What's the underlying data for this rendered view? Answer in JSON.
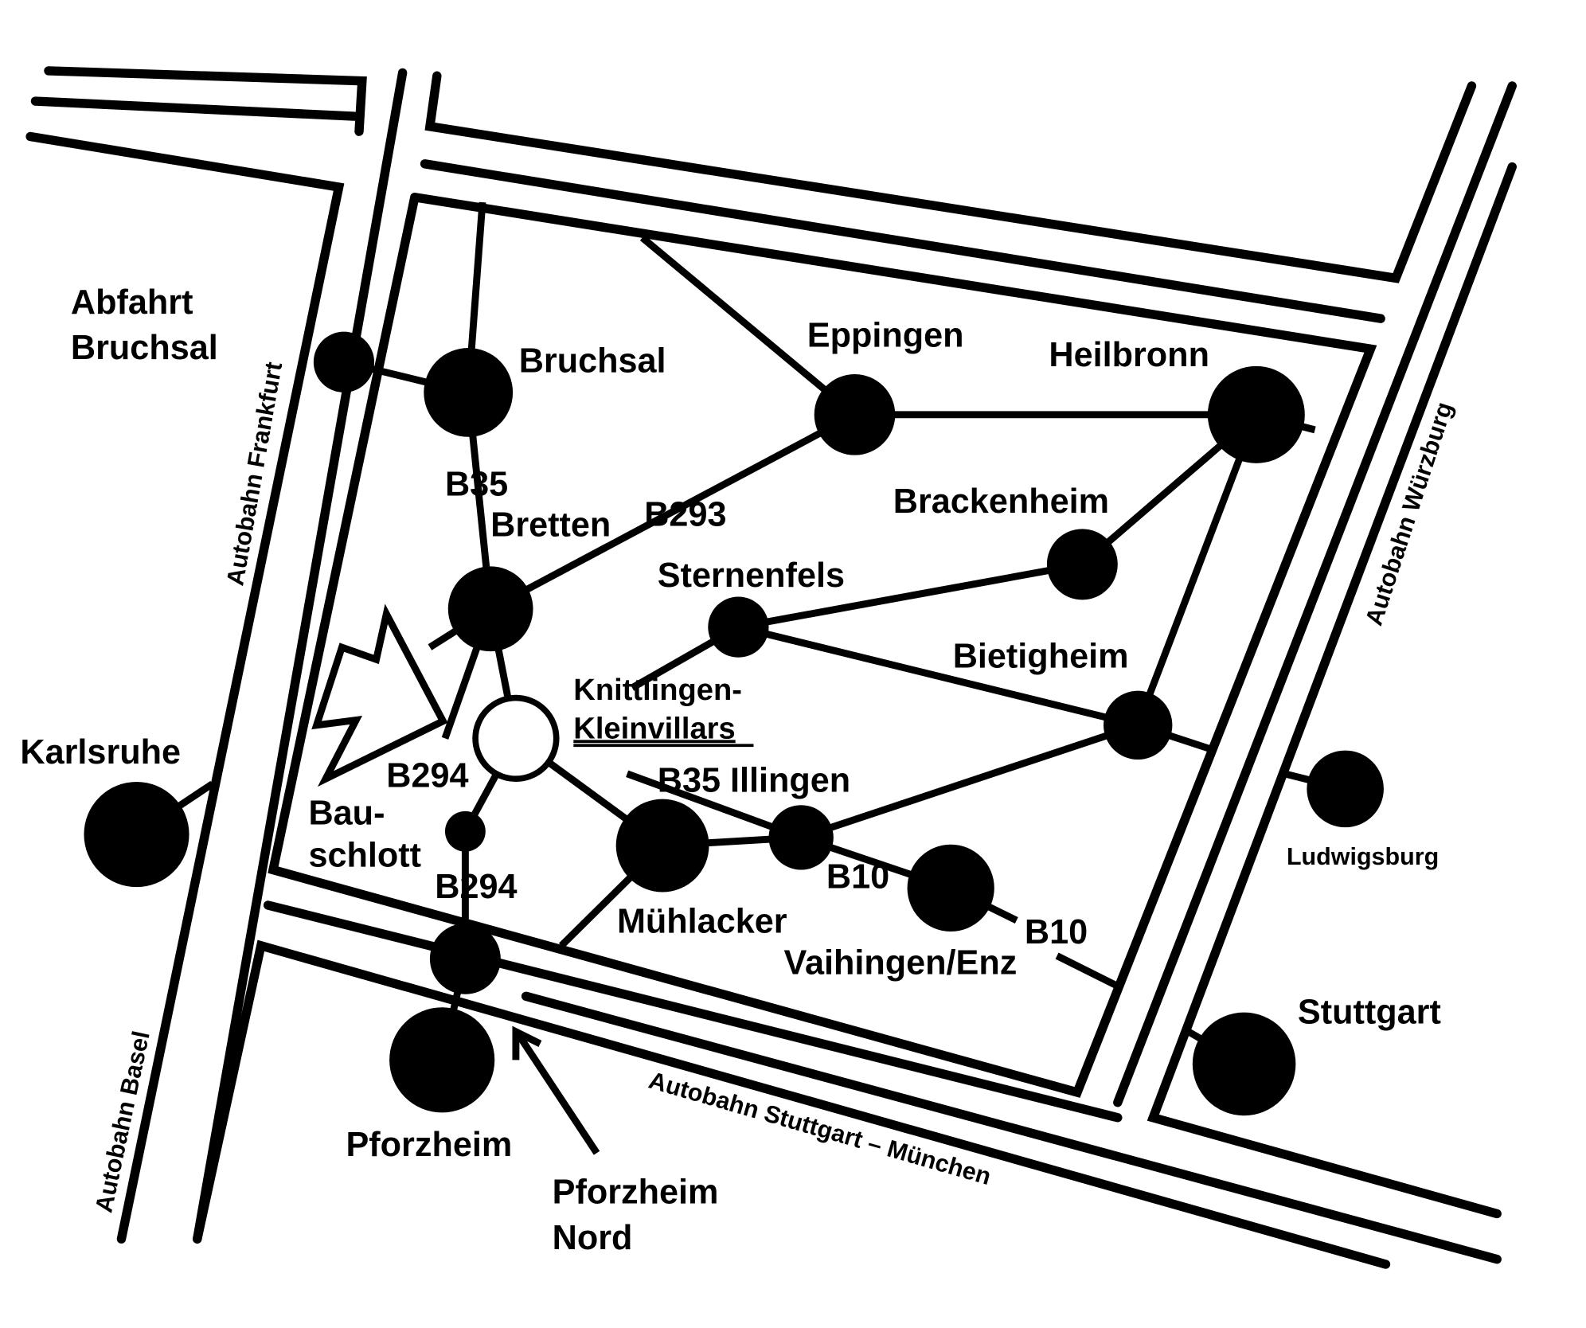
{
  "colors": {
    "ink": "#000000",
    "paper": "#ffffff"
  },
  "highways": {
    "frankfurt": "Autobahn Frankfurt",
    "basel": "Autobahn Basel",
    "wuerzburg": "Autobahn Würzburg",
    "stuttgart_muenchen": "Autobahn Stuttgart – München"
  },
  "places": {
    "abfahrt_bruchsal_1": "Abfahrt",
    "abfahrt_bruchsal_2": "Bruchsal",
    "bruchsal": "Bruchsal",
    "eppingen": "Eppingen",
    "heilbronn": "Heilbronn",
    "brackenheim": "Brackenheim",
    "bretten": "Bretten",
    "sternenfels": "Sternenfels",
    "bietigheim": "Bietigheim",
    "knittlingen": "Knittlingen-",
    "kleinvillars": "Kleinvillars",
    "karlsruhe": "Karlsruhe",
    "bauschlott_1": "Bau-",
    "bauschlott_2": "schlott",
    "illingen": "B35 Illingen",
    "muehlacker": "Mühlacker",
    "vaihingen": "Vaihingen/Enz",
    "ludwigsburg": "Ludwigsburg",
    "stuttgart": "Stuttgart",
    "pforzheim": "Pforzheim",
    "pforzheim_nord_1": "Pforzheim",
    "pforzheim_nord_2": "Nord"
  },
  "route_labels": {
    "b35": "B35",
    "b293": "B293",
    "b294_upper": "B294",
    "b294_lower": "B294",
    "b10_1": "B10",
    "b10_2": "B10"
  }
}
